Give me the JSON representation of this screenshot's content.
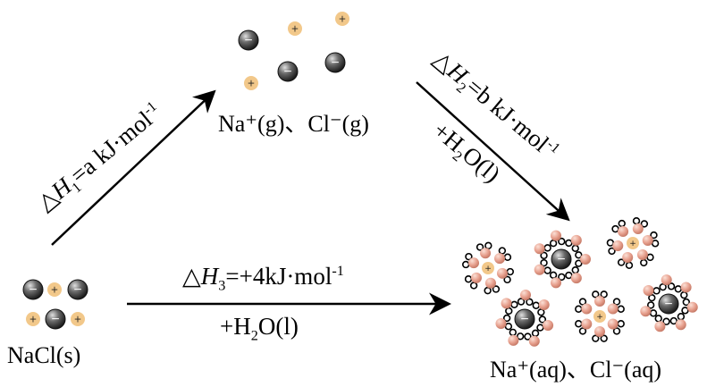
{
  "labels": {
    "gas": "Na⁺(g)、Cl⁻(g)",
    "solid": "NaCl(s)",
    "aq": "Na⁺(aq)、Cl⁻(aq)"
  },
  "steps": {
    "h1": {
      "symbol": "△",
      "var": "H",
      "sub": "1",
      "value": "=a kJ·mol",
      "sup": "-1"
    },
    "h2": {
      "symbol": "△",
      "var": "H",
      "sub": "2",
      "value": "=b kJ·mol",
      "sup": "-1",
      "reagent_pre": "+H",
      "reagent_sub": "2",
      "reagent_post": "O(l)"
    },
    "h3": {
      "symbol": "△",
      "var": "H",
      "sub": "3",
      "value": "=+4kJ·mol",
      "sup": "-1",
      "reagent_pre": "+H",
      "reagent_sub": "2",
      "reagent_post": "O(l)"
    }
  },
  "ion_signs": {
    "plus": "+",
    "minus": "−"
  },
  "colors": {
    "cation_fill": "#f2c88a",
    "anion_fill": "#5c5c5c",
    "water_o": "#e8a090",
    "water_h": "#ffffff",
    "arrow": "#000000"
  }
}
